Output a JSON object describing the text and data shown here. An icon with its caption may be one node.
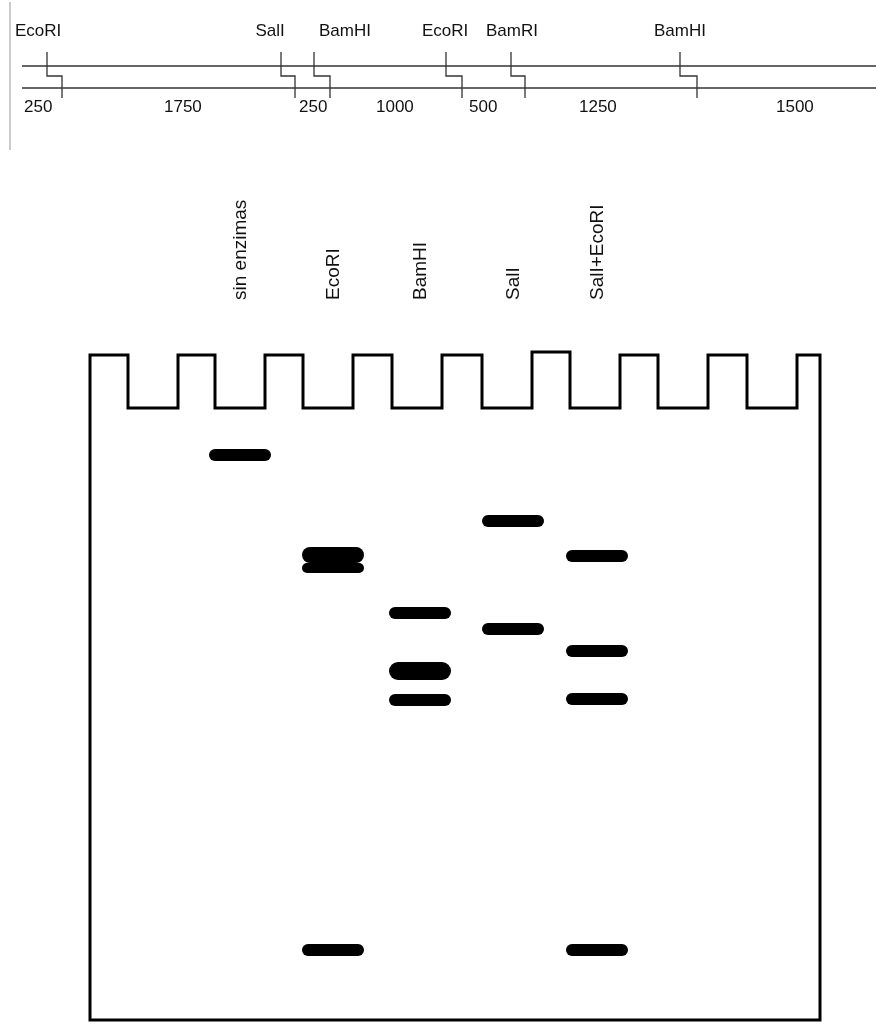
{
  "diagram": {
    "labels": [
      "EcoRI",
      "SalI",
      "BamHI",
      "EcoRI",
      "BamRI",
      "BamHI",
      "250",
      "1750",
      "250",
      "1000",
      "500",
      "1250",
      "1500",
      "sin enzimas",
      "EcoRI",
      "BamHI",
      "SalI",
      "SalI+EcoRI"
    ]
  }
}
